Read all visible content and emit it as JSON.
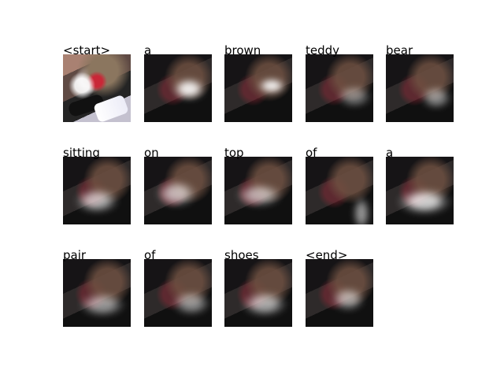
{
  "figure": {
    "tokens": [
      {
        "label": "<start>",
        "thumbnail": "original-image"
      },
      {
        "label": "a",
        "thumbnail": "attention-map"
      },
      {
        "label": "brown",
        "thumbnail": "attention-map"
      },
      {
        "label": "teddy",
        "thumbnail": "attention-map"
      },
      {
        "label": "bear",
        "thumbnail": "attention-map"
      },
      {
        "label": "sitting",
        "thumbnail": "attention-map"
      },
      {
        "label": "on",
        "thumbnail": "attention-map"
      },
      {
        "label": "top",
        "thumbnail": "attention-map"
      },
      {
        "label": "of",
        "thumbnail": "attention-map"
      },
      {
        "label": "a",
        "thumbnail": "attention-map"
      },
      {
        "label": "pair",
        "thumbnail": "attention-map"
      },
      {
        "label": "of",
        "thumbnail": "attention-map"
      },
      {
        "label": "shoes",
        "thumbnail": "attention-map"
      },
      {
        "label": "<end>",
        "thumbnail": "attention-map"
      }
    ]
  }
}
